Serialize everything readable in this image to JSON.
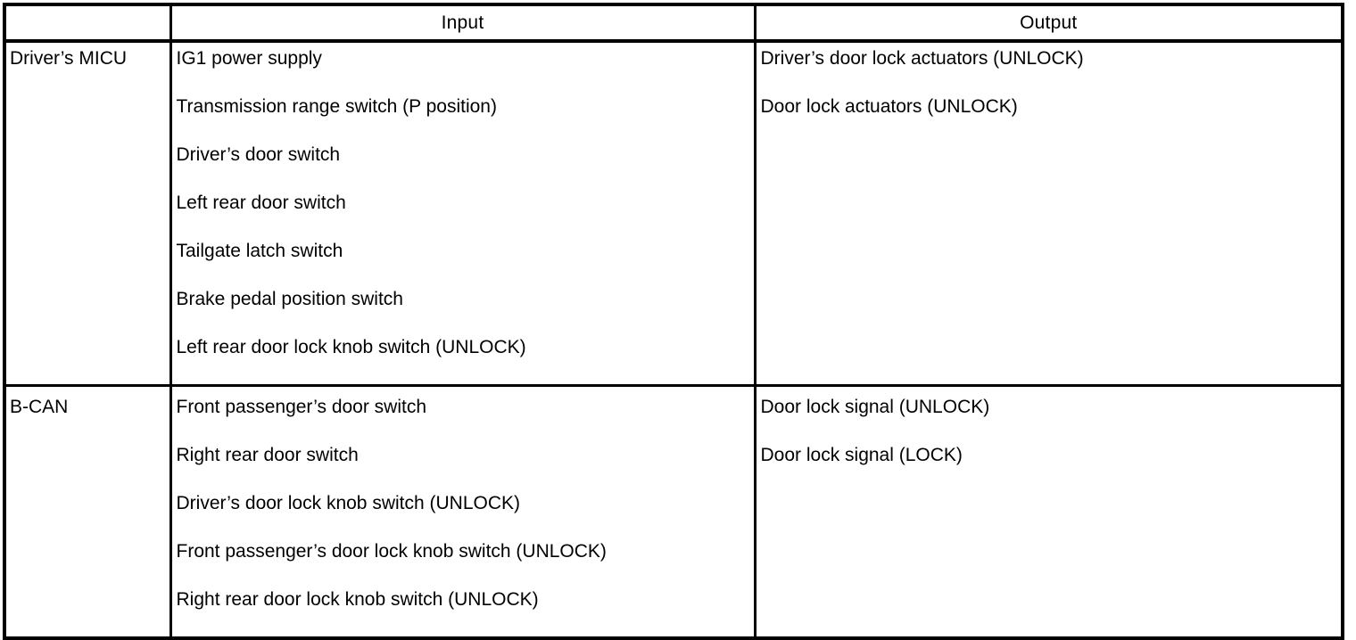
{
  "table": {
    "headers": {
      "source": "",
      "input": "Input",
      "output": "Output"
    },
    "rows": [
      {
        "source": "Driver’s MICU",
        "inputs": [
          "IG1 power supply",
          "Transmission range switch (P position)",
          "Driver’s door switch",
          "Left rear door switch",
          "Tailgate latch switch",
          "Brake pedal position switch",
          "Left rear door lock knob switch (UNLOCK)"
        ],
        "outputs": [
          "Driver’s door lock actuators (UNLOCK)",
          "Door lock actuators (UNLOCK)"
        ]
      },
      {
        "source": "B-CAN",
        "inputs": [
          "Front passenger’s door switch",
          "Right rear door switch",
          "Driver’s door lock knob switch (UNLOCK)",
          "Front passenger’s door lock knob switch (UNLOCK)",
          "Right rear door lock knob switch (UNLOCK)"
        ],
        "outputs": [
          "Door lock signal (UNLOCK)",
          "Door lock signal (LOCK)"
        ]
      }
    ]
  },
  "colors": {
    "border": "#000000",
    "text": "#000000",
    "background": "#ffffff"
  }
}
